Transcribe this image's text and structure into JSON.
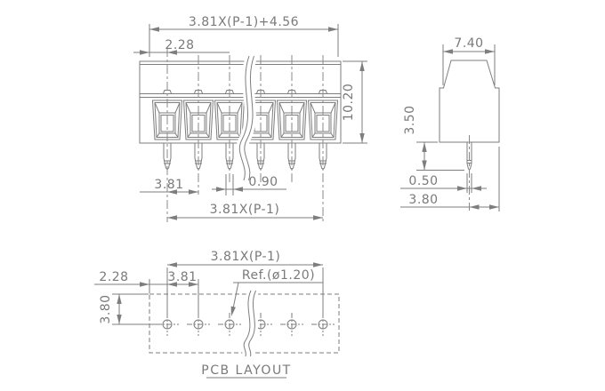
{
  "front_view": {
    "overall_width": "3.81X(P-1)+4.56",
    "left_offset": "2.28",
    "height": "10.20",
    "pin_pitch": "3.81",
    "pin_width": "0.90",
    "pin_span": "3.81X(P-1)",
    "positions": 6
  },
  "side_view": {
    "width": "7.40",
    "pin_length": "3.50",
    "pin_thickness": "0.50",
    "pin_to_edge": "3.80"
  },
  "pcb_layout": {
    "title": "PCB LAYOUT",
    "hole_span": "3.81X(P-1)",
    "left_offset": "2.28",
    "hole_pitch": "3.81",
    "hole_diameter_ref": "Ref.(ø1.20)",
    "row_offset": "3.80",
    "hole_count": 6
  },
  "colors": {
    "line": "#7e7e7e",
    "text": "#7a7a7a",
    "background": "#ffffff"
  }
}
